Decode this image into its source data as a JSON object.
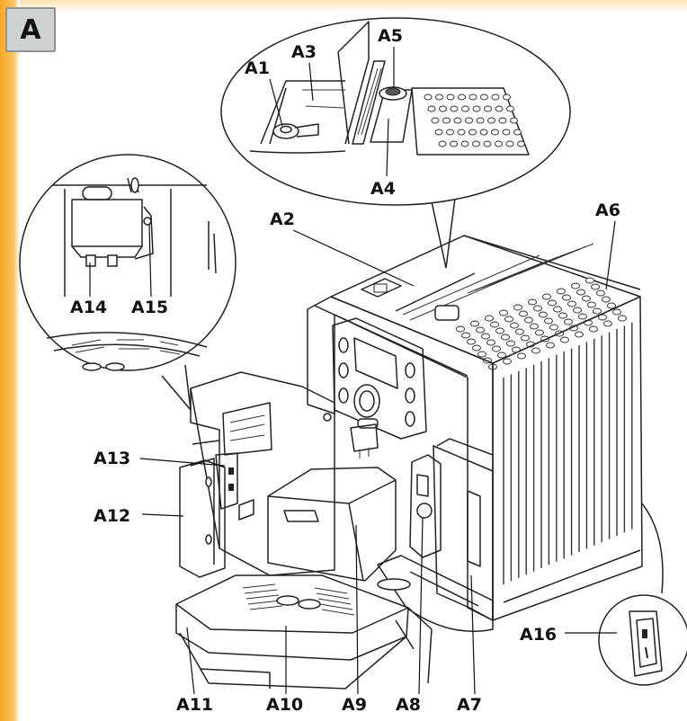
{
  "section_tag": "A",
  "labels": {
    "a1": "A1",
    "a2": "A2",
    "a3": "A3",
    "a4": "A4",
    "a5": "A5",
    "a6": "A6",
    "a7": "A7",
    "a8": "A8",
    "a9": "A9",
    "a10": "A10",
    "a11": "A11",
    "a12": "A12",
    "a13": "A13",
    "a14": "A14",
    "a15": "A15",
    "a16": "A16"
  },
  "colors": {
    "accent_orange": "#f6a623",
    "part_gray": "#c4c6c8",
    "outline": "#222222"
  }
}
